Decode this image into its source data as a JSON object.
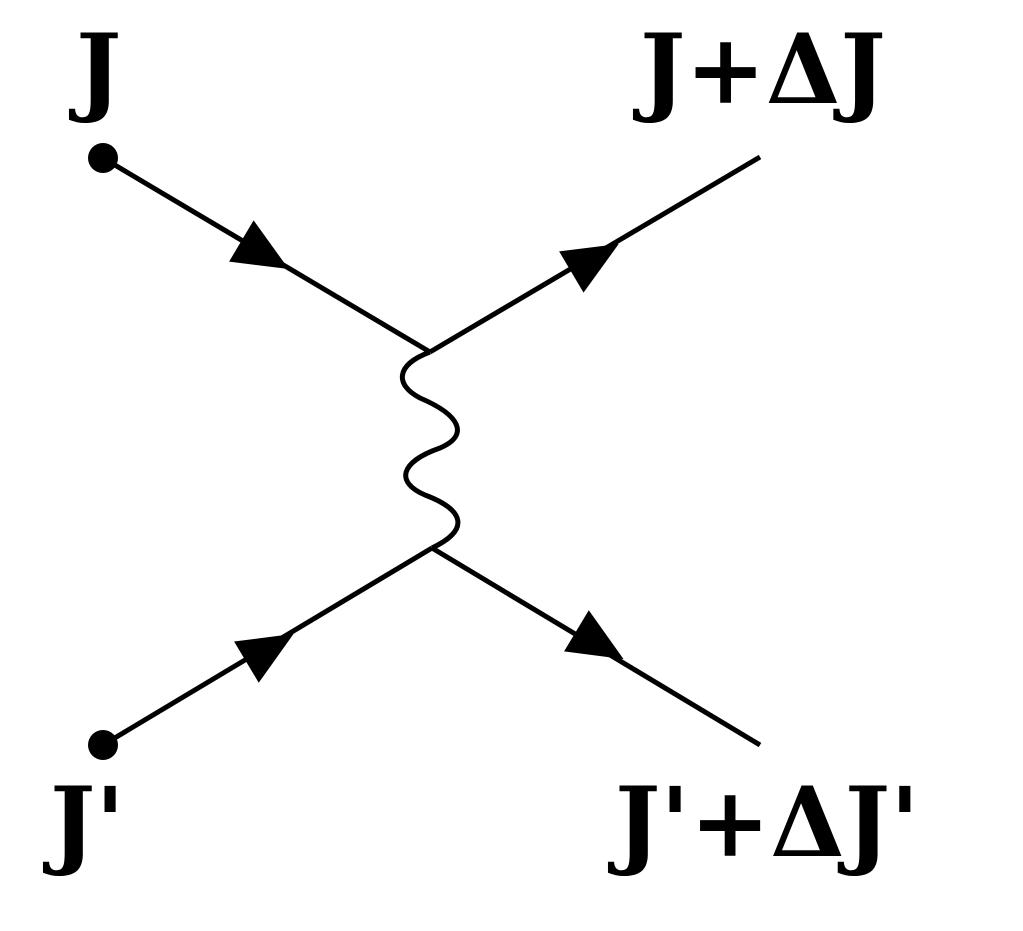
{
  "labels": {
    "top_left": "J",
    "top_right": "J+ΔJ",
    "bottom_left": "J'",
    "bottom_right": "J'+ΔJ'"
  },
  "colors": {
    "ink": "#000000",
    "background": "#ffffff"
  }
}
